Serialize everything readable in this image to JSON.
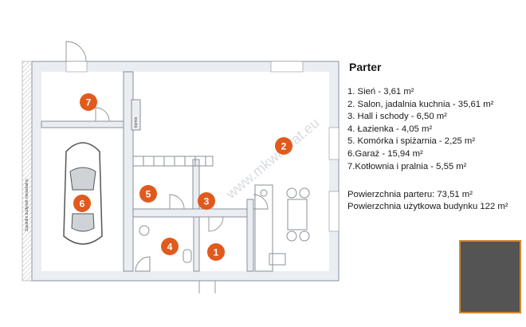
{
  "legend": {
    "title": "Parter",
    "rooms": [
      {
        "number": "1",
        "label": "1. Sień - 3,61 m²"
      },
      {
        "number": "2",
        "label": "2. Salon, jadalnia kuchnia - 35,61 m²"
      },
      {
        "number": "3",
        "label": "3. Hall i schody - 6,50 m²"
      },
      {
        "number": "4",
        "label": "4. Łazienka - 4,05 m²"
      },
      {
        "number": "5",
        "label": "5. Komórka i spiżarnia - 2,25 m²"
      },
      {
        "number": "6",
        "label": "6.Garaż - 15,94 m²"
      },
      {
        "number": "7",
        "label": "7.Kotłownia i pralnia - 5,55 m²"
      }
    ],
    "ground_floor_area": "Powierzchnia parteru: 73,51 m²",
    "usable_area": "Powierzchnia użytkowa budynku 122 m²"
  },
  "plan": {
    "chimney_label": "komin",
    "neighbor_wall_label": "Sąsiedni budynek mieszkalny",
    "watermark": "www.mkwadrat.eu"
  },
  "colors": {
    "marker": "#e15a1d",
    "wall": "#eaedf2",
    "wall_outline": "#8a8f98",
    "thumbnail_bg": "#545454",
    "thumbnail_border": "#d08a2e"
  }
}
